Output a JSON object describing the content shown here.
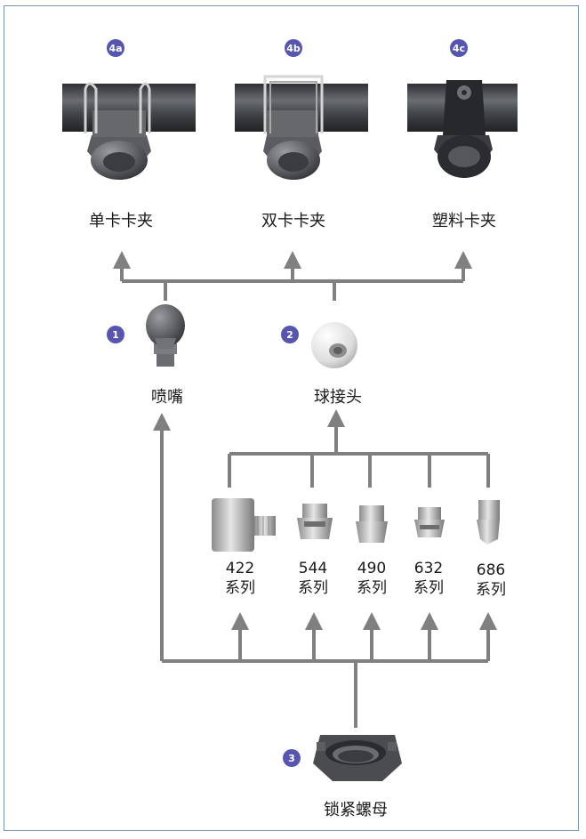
{
  "badges": {
    "b4a": "4a",
    "b4b": "4b",
    "b4c": "4c",
    "b1": "1",
    "b2": "2",
    "b3": "3"
  },
  "clamps": {
    "single": "单卡卡夹",
    "double": "双卡卡夹",
    "plastic": "塑料卡夹"
  },
  "nozzle": "喷嘴",
  "ball_joint": "球接头",
  "series": {
    "s422": {
      "number": "422",
      "suffix": "系列"
    },
    "s544": {
      "number": "544",
      "suffix": "系列"
    },
    "s490": {
      "number": "490",
      "suffix": "系列"
    },
    "s632": {
      "number": "632",
      "suffix": "系列"
    },
    "s686": {
      "number": "686",
      "suffix": "系列"
    }
  },
  "lock_nut": "锁紧螺母",
  "colors": {
    "frame": "#7a94b4",
    "connector": "#808080",
    "badge": "#5656b0",
    "part_dark": "#4a4c50",
    "part_metal": "#b8b8b8"
  }
}
